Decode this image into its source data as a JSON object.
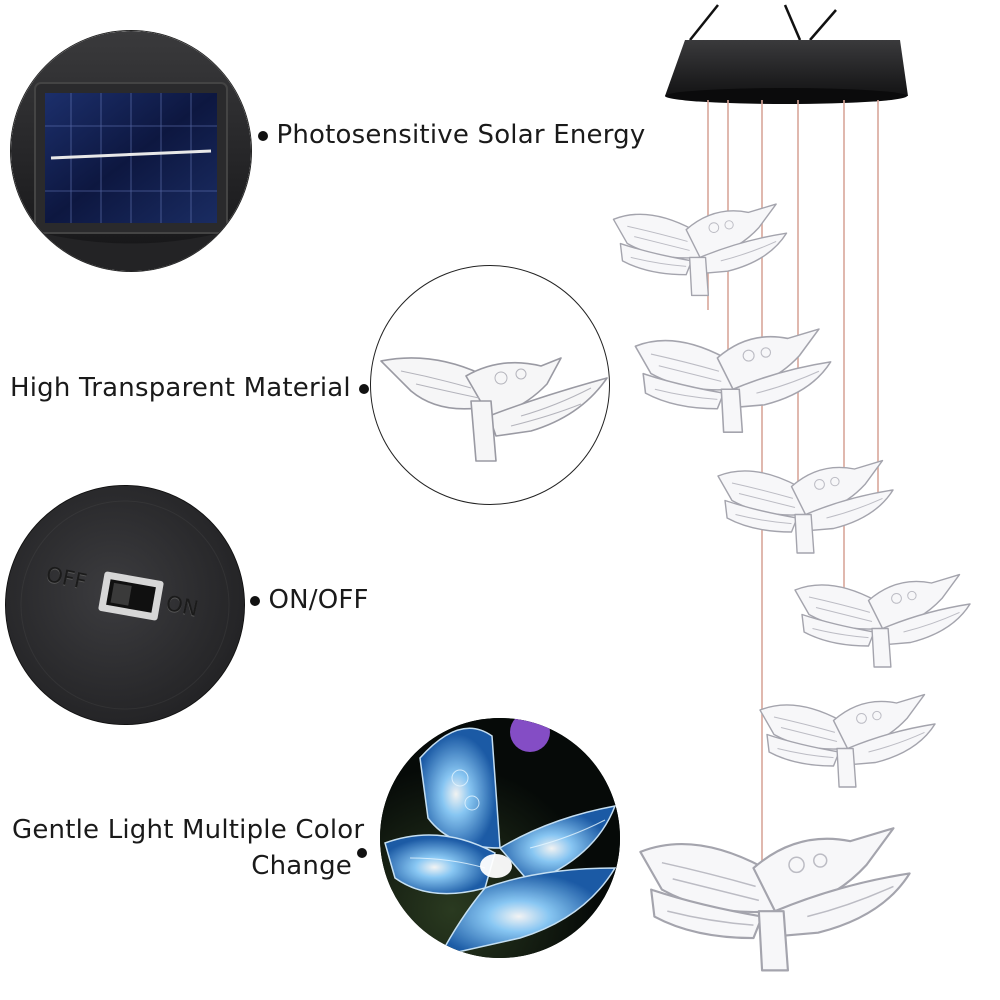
{
  "features": [
    {
      "id": "solar",
      "text": "Photosensitive Solar Energy",
      "icon": "solar-panel-closeup"
    },
    {
      "id": "material",
      "text": "High Transparent Material",
      "icon": "butterfly-closeup"
    },
    {
      "id": "switch",
      "text": "ON/OFF",
      "icon": "switch-closeup"
    },
    {
      "id": "light",
      "text_line1": "Gentle Light Multiple Color",
      "text_line2": "Change",
      "icon": "glowing-butterfly-closeup"
    }
  ],
  "switch": {
    "off_label": "OFF",
    "on_label": "ON"
  },
  "colors": {
    "housing": "#1c1c1e",
    "panel": "#101a3c",
    "string": "#d9a79a",
    "glow_blue": "#5fb4ff",
    "glow_purple": "#9b59e6"
  }
}
